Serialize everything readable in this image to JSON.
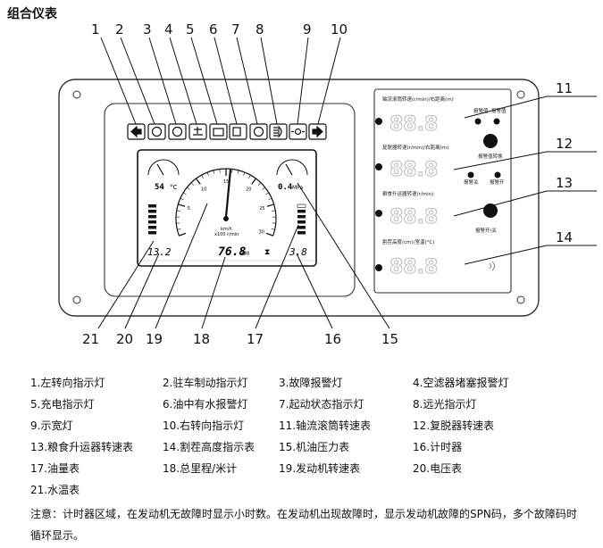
{
  "title": "组合仪表",
  "callouts_top": [
    "1",
    "2",
    "3",
    "4",
    "5",
    "6",
    "7",
    "8",
    "9",
    "10"
  ],
  "callouts_right": [
    "11",
    "12",
    "13",
    "14"
  ],
  "callouts_bottom": [
    "21",
    "20",
    "19",
    "18",
    "17",
    "16",
    "15"
  ],
  "lcd": {
    "temp_value": "54",
    "temp_unit": "°C",
    "pressure_value": "0.4",
    "pressure_unit": "MPa",
    "voltage": "13.2",
    "odometer": "76.8",
    "odometer_unit": "KM",
    "hour_icon": "⧗",
    "fuel": "3.8",
    "rpm_unit": "km/h",
    "rpm_scale": "x100 r/min",
    "rpm_ticks": [
      "5",
      "10",
      "15",
      "20",
      "25",
      "30"
    ]
  },
  "right_panel": {
    "label_1": "轴流滚筒转速(r/min)/右距离(m)",
    "label_2": "复脱器转速(r/min)/右距离(m)",
    "label_3": "粮食升运器转速(r/min)",
    "label_4": "割茬高度(cm)/室温(°C)",
    "btn_label_a": "报警值",
    "btn_label_b": "报警值",
    "btn_switch": "报警值转换",
    "btn_alarm_off": "报警关",
    "btn_alarm_on": "报警开",
    "btn_alarm_toggle": "报警开/关",
    "digits": "88.8"
  },
  "legend": [
    [
      "1.左转向指示灯",
      "2.驻车制动指示灯",
      "3.故障报警灯",
      "4.空滤器堵塞报警灯"
    ],
    [
      "5.充电指示灯",
      "6.油中有水报警灯",
      "7.起动状态指示灯",
      "8.远光指示灯"
    ],
    [
      "9.示宽灯",
      "10.右转向指示灯",
      "11.轴流滚筒转速表",
      "12.复脱器转速表"
    ],
    [
      "13.粮食升运器转速表",
      "14.割茬高度指示表",
      "15.机油压力表",
      "16.计时器"
    ],
    [
      "17.油量表",
      "18.总里程/米计",
      "19.发动机转速表",
      "20.电压表"
    ],
    [
      "21.水温表",
      "",
      "",
      ""
    ]
  ],
  "note": "注意：计时器区域，在发动机无故障时显示小时数。在发动机出现故障时，显示发动机故障的SPN码，多个故障码时循环显示。"
}
